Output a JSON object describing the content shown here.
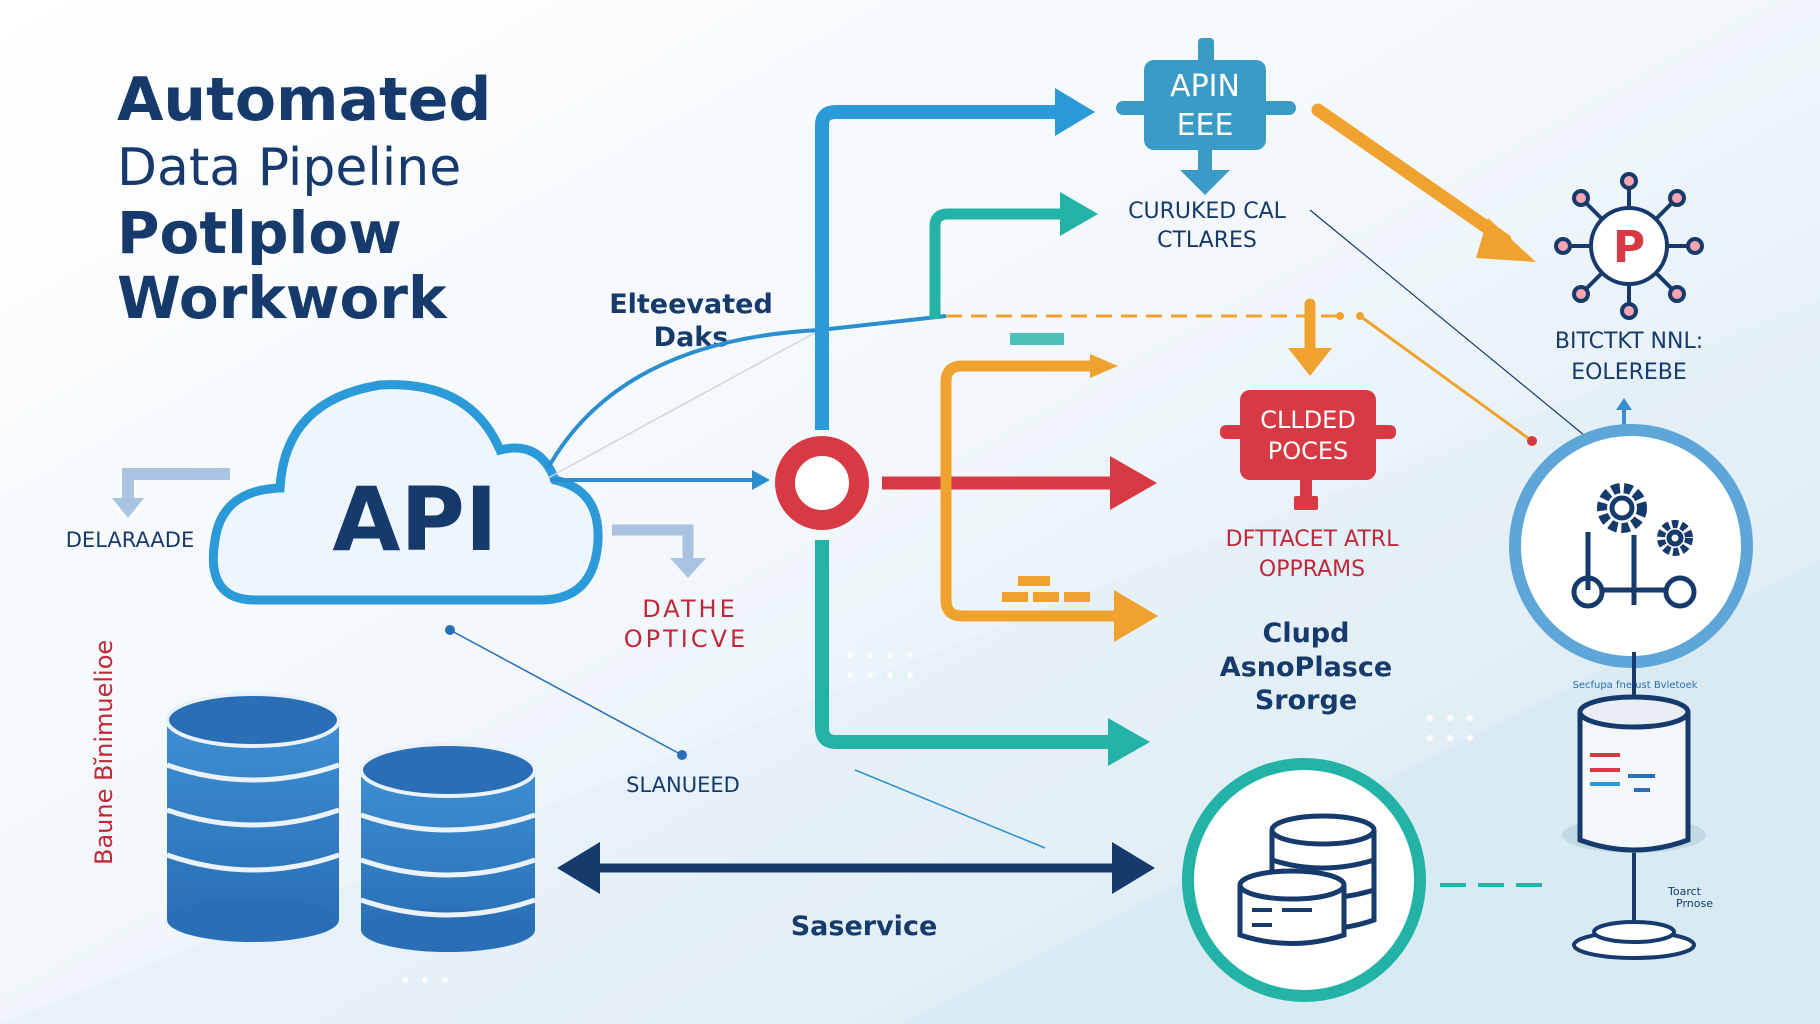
{
  "title": {
    "line1": "Automated",
    "line2": "Data Pipeline",
    "line3": "Potlplow",
    "line4": "Workwork"
  },
  "cloud": {
    "label": "API"
  },
  "labels": {
    "delaraade": "DELARAADE",
    "elevated_1": "Elteevated",
    "elevated_2": "Daks",
    "dathe_1": "DATHE",
    "dathe_2": "OPTICVE",
    "slanueed": "SLANUEED",
    "saservice": "Saservice",
    "vertical": "Baune Bĭnimuelioe",
    "apin_1": "APIN",
    "apin_2": "EEE",
    "curuked_1": "CURUKED CAL",
    "curuked_2": "CTLARES",
    "bitctkt_1": "BITCTKT NNL:",
    "bitctkt_2": "EOLEREBE",
    "clleded_1": "CLLDED",
    "clleded_2": "POCES",
    "dfttacet_1": "DFTTACET ATRL",
    "dfttacet_2": "OPPRAMS",
    "clupd_1": "Clupd",
    "clupd_2": "AsnoPlasce",
    "clupd_3": "Srorge",
    "cyl_caption": "Secfupa fne ust Bvletoek",
    "toarct_1": "Toarct",
    "toarct_2": "Prnose",
    "network_letter": "P"
  },
  "colors": {
    "navy": "#163a6b",
    "blue": "#2a9ad8",
    "teal": "#22b3a6",
    "orange": "#f0a22e",
    "red": "#d83a45",
    "box_blue": "#3a9cc6"
  },
  "icons": [
    "cloud-icon",
    "database-icon",
    "gear-icon",
    "network-icon",
    "cylinder-icon",
    "server-icon"
  ]
}
